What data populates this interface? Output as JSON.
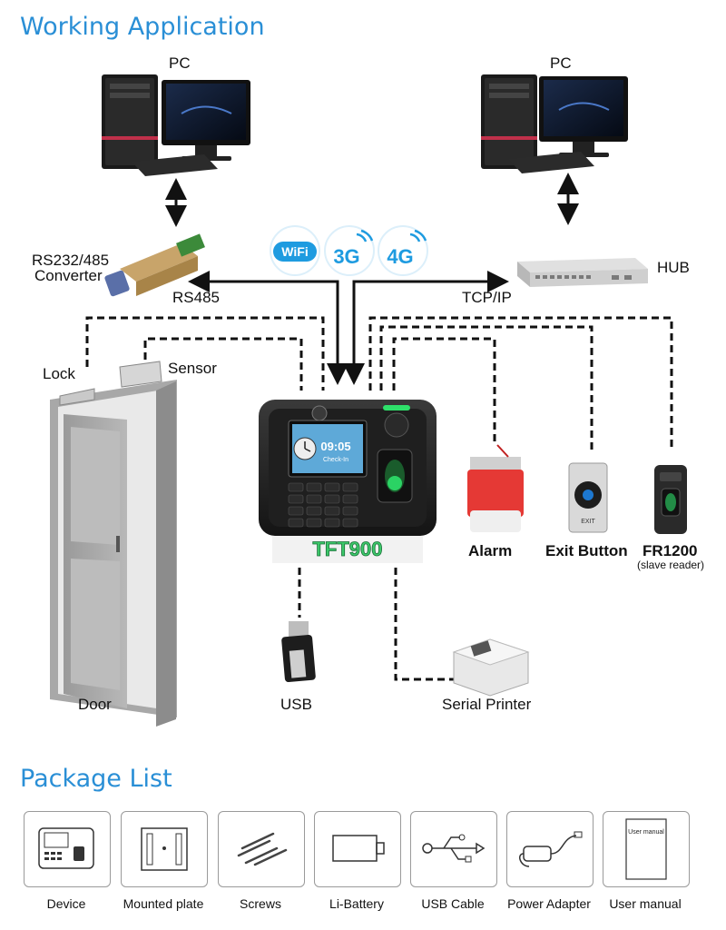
{
  "titles": {
    "working_application": "Working Application",
    "package_list": "Package List"
  },
  "labels": {
    "pc_left": "PC",
    "pc_right": "PC",
    "converter_line1": "RS232/485",
    "converter_line2": "Converter",
    "rs485": "RS485",
    "tcpip": "TCP/IP",
    "hub": "HUB",
    "lock": "Lock",
    "sensor": "Sensor",
    "device_name": "TFT900",
    "alarm": "Alarm",
    "exit_button": "Exit Button",
    "fr1200": "FR1200",
    "slave_reader": "(slave reader)",
    "door": "Door",
    "usb": "USB",
    "serial_printer": "Serial Printer"
  },
  "badges": [
    "WiFi",
    "3G",
    "4G"
  ],
  "screen": {
    "time": "09:05",
    "status": "Check-In"
  },
  "exit_plate_text": "EXIT",
  "package_items": [
    {
      "label": "Device",
      "icon": "device-icon"
    },
    {
      "label": "Mounted plate",
      "icon": "mounted-plate-icon"
    },
    {
      "label": "Screws",
      "icon": "screws-icon"
    },
    {
      "label": "Li-Battery",
      "icon": "battery-icon"
    },
    {
      "label": "USB Cable",
      "icon": "usb-cable-icon"
    },
    {
      "label": "Power Adapter",
      "icon": "power-adapter-icon"
    },
    {
      "label": "User manual",
      "icon": "user-manual-icon"
    }
  ],
  "manual_cover_text": "User manual",
  "colors": {
    "title_blue": "#2a8fd6",
    "badge_blue": "#1e9be0",
    "device_green": "#2ee06a",
    "alarm_red": "#e53935"
  }
}
